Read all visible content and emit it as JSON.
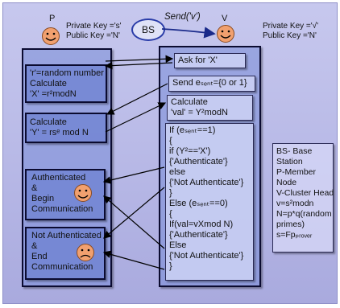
{
  "nodes": {
    "p": {
      "label": "P",
      "private_key": "Private Key ='s'",
      "public_key": "Public Key ='N'"
    },
    "v": {
      "label": "V",
      "private_key": "Private Key ='√'",
      "public_key": "Public Key ='N'"
    },
    "bs": {
      "label": "BS",
      "send_label": "Send('v')"
    }
  },
  "prover_steps": {
    "s1": [
      "'r'=random number",
      "Calculate",
      "'X' =r²modN"
    ],
    "s2": [
      "Calculate",
      "'Y' = rsᵉ mod N"
    ],
    "s3": [
      "Authenticated",
      "&",
      "Begin",
      "Communication"
    ],
    "s4": [
      "Not Authenticated",
      "&",
      "End",
      "Communication"
    ]
  },
  "verifier_steps": {
    "ask": "Ask for 'X'",
    "send": "Send eₛₑₙₜ={0 or 1}",
    "calc": [
      "Calculate",
      "'val' = Y²modN"
    ],
    "cond": [
      "If (eₛₑₙₜ==1)",
      "{",
      " if (Y²=='X')",
      "{'Authenticate'}",
      "else",
      "{'Not Authenticate'}",
      "}",
      "Else  (eₛₑₙₜ==0)",
      "{",
      "If(val=vXmod N)",
      "{'Authenticate'}",
      "Else",
      "{'Not Authenticate'}",
      "}"
    ]
  },
  "legend": [
    "BS- Base",
    "Station",
    "P-Member",
    "Node",
    "V-Cluster Head",
    "v=s²modn",
    "N=p*q(random",
    "primes)",
    "s=Fpₚᵣₒᵥₑᵣ"
  ]
}
